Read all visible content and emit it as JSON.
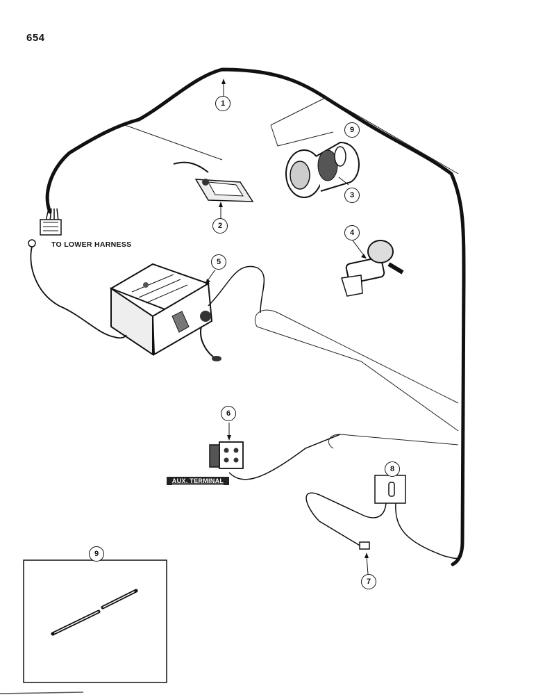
{
  "page_number": "654",
  "harness_label": "TO LOWER HARNESS",
  "aux_terminal_label": "AUX. TERMINAL",
  "callouts": [
    "1",
    "2",
    "3",
    "4",
    "5",
    "6",
    "7",
    "8",
    "9",
    "9"
  ]
}
